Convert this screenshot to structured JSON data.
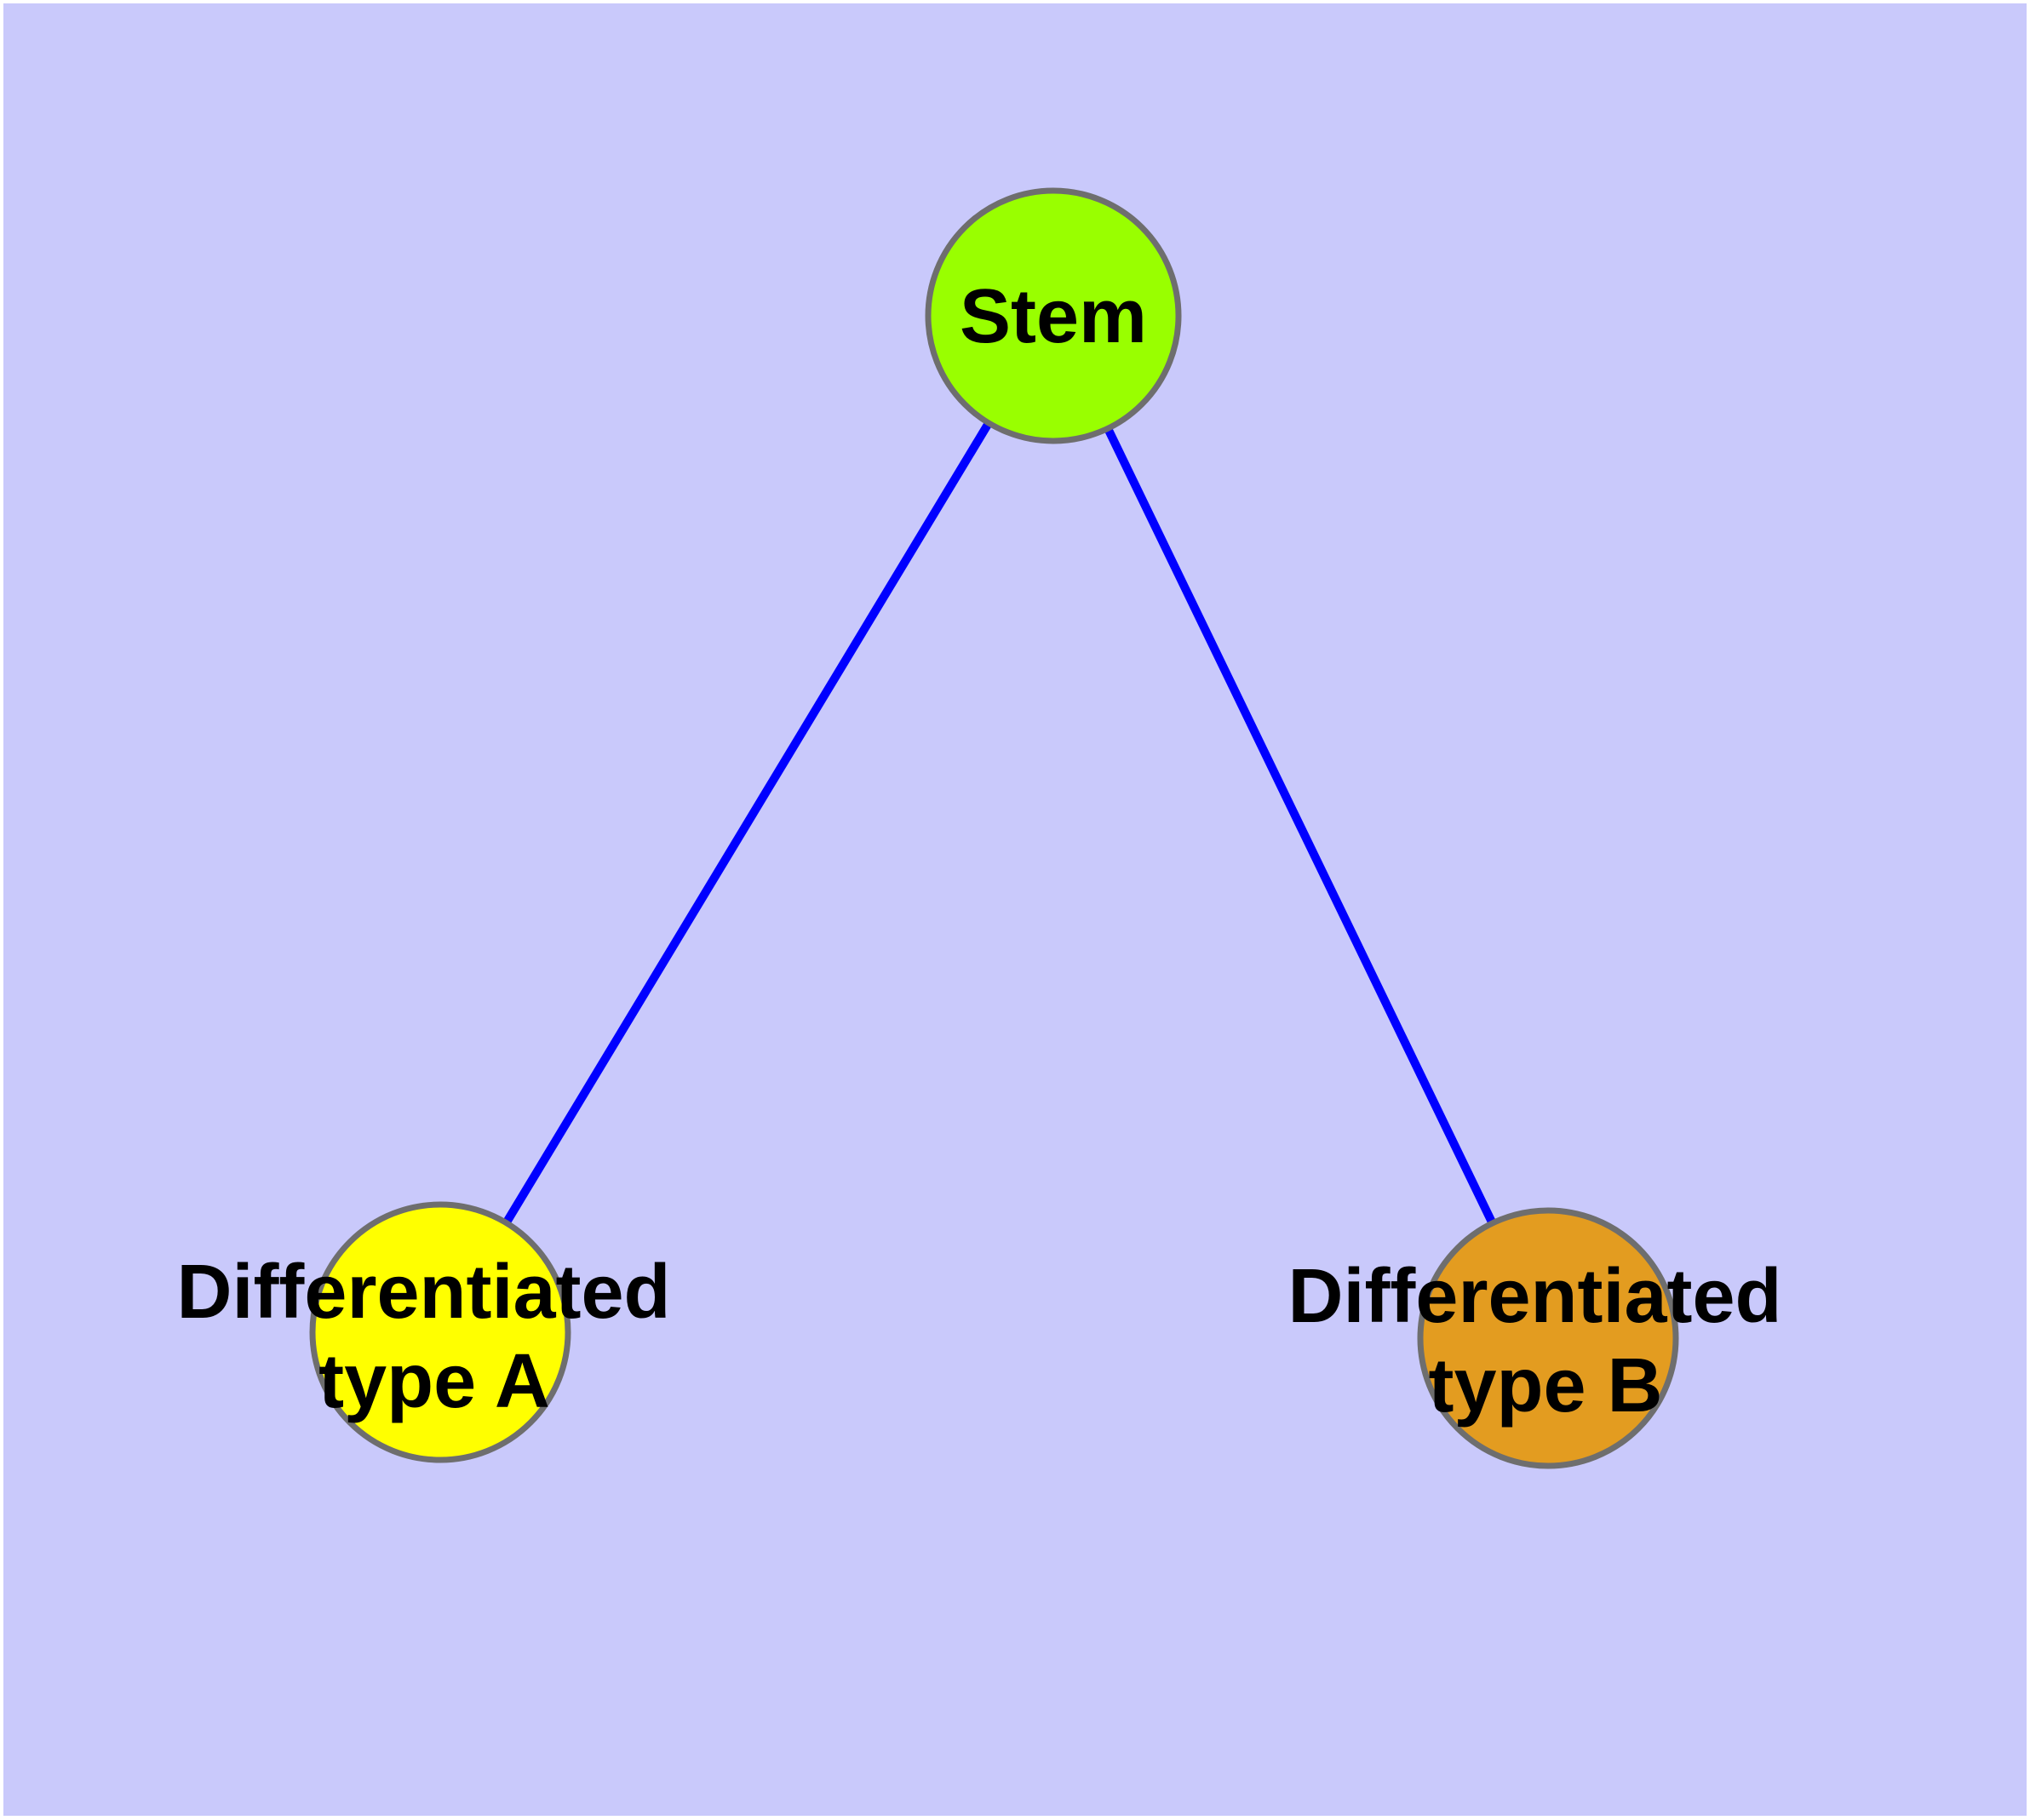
{
  "diagram": {
    "background_color": "#C9C9FB",
    "frame_color": "#FFFFFF",
    "edge_color": "#0000FF",
    "node_border_color": "#6E6E6E",
    "label_color": "#000000",
    "nodes": {
      "stem": {
        "label": "Stem",
        "fill": "#99FF00"
      },
      "type_a": {
        "label_line1": "Differentiated",
        "label_line2": "type A",
        "fill": "#FFFF00"
      },
      "type_b": {
        "label_line1": "Differentiated",
        "label_line2": "type B",
        "fill": "#E39C20"
      }
    },
    "edges": [
      {
        "from": "Stem",
        "to": "Differentiated type A"
      },
      {
        "from": "Stem",
        "to": "Differentiated type B"
      }
    ]
  }
}
